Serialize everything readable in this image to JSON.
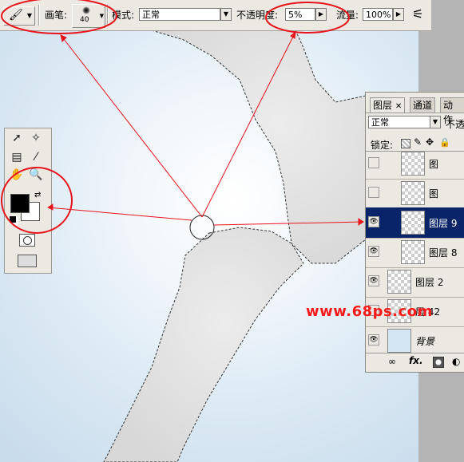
{
  "options_bar": {
    "brush_label": "画笔:",
    "brush_size": "40",
    "mode_label": "模式:",
    "mode_value": "正常",
    "opacity_label": "不透明度:",
    "opacity_value": "5%",
    "flow_label": "流量:",
    "flow_value": "100%"
  },
  "layers_panel": {
    "tabs": [
      "图层",
      "通道",
      "动作"
    ],
    "blend_mode": "正常",
    "opacity_label": "不透",
    "lock_label": "锁定:",
    "rows": [
      {
        "name": "图",
        "visible": false,
        "selected": false
      },
      {
        "name": "图",
        "visible": false,
        "selected": false
      },
      {
        "name": "图层 9",
        "visible": true,
        "selected": true
      },
      {
        "name": "图层 8",
        "visible": true,
        "selected": false
      },
      {
        "name": "图层 2",
        "visible": true,
        "selected": false
      },
      {
        "name": "层 42",
        "visible": false,
        "selected": false
      },
      {
        "name": "背景",
        "visible": true,
        "selected": false
      }
    ]
  },
  "watermark": "www.68ps.com",
  "colors": {
    "annotation": "#e8141c",
    "selected_layer": "#0a246a",
    "foreground": "#000000",
    "background": "#ffffff"
  }
}
